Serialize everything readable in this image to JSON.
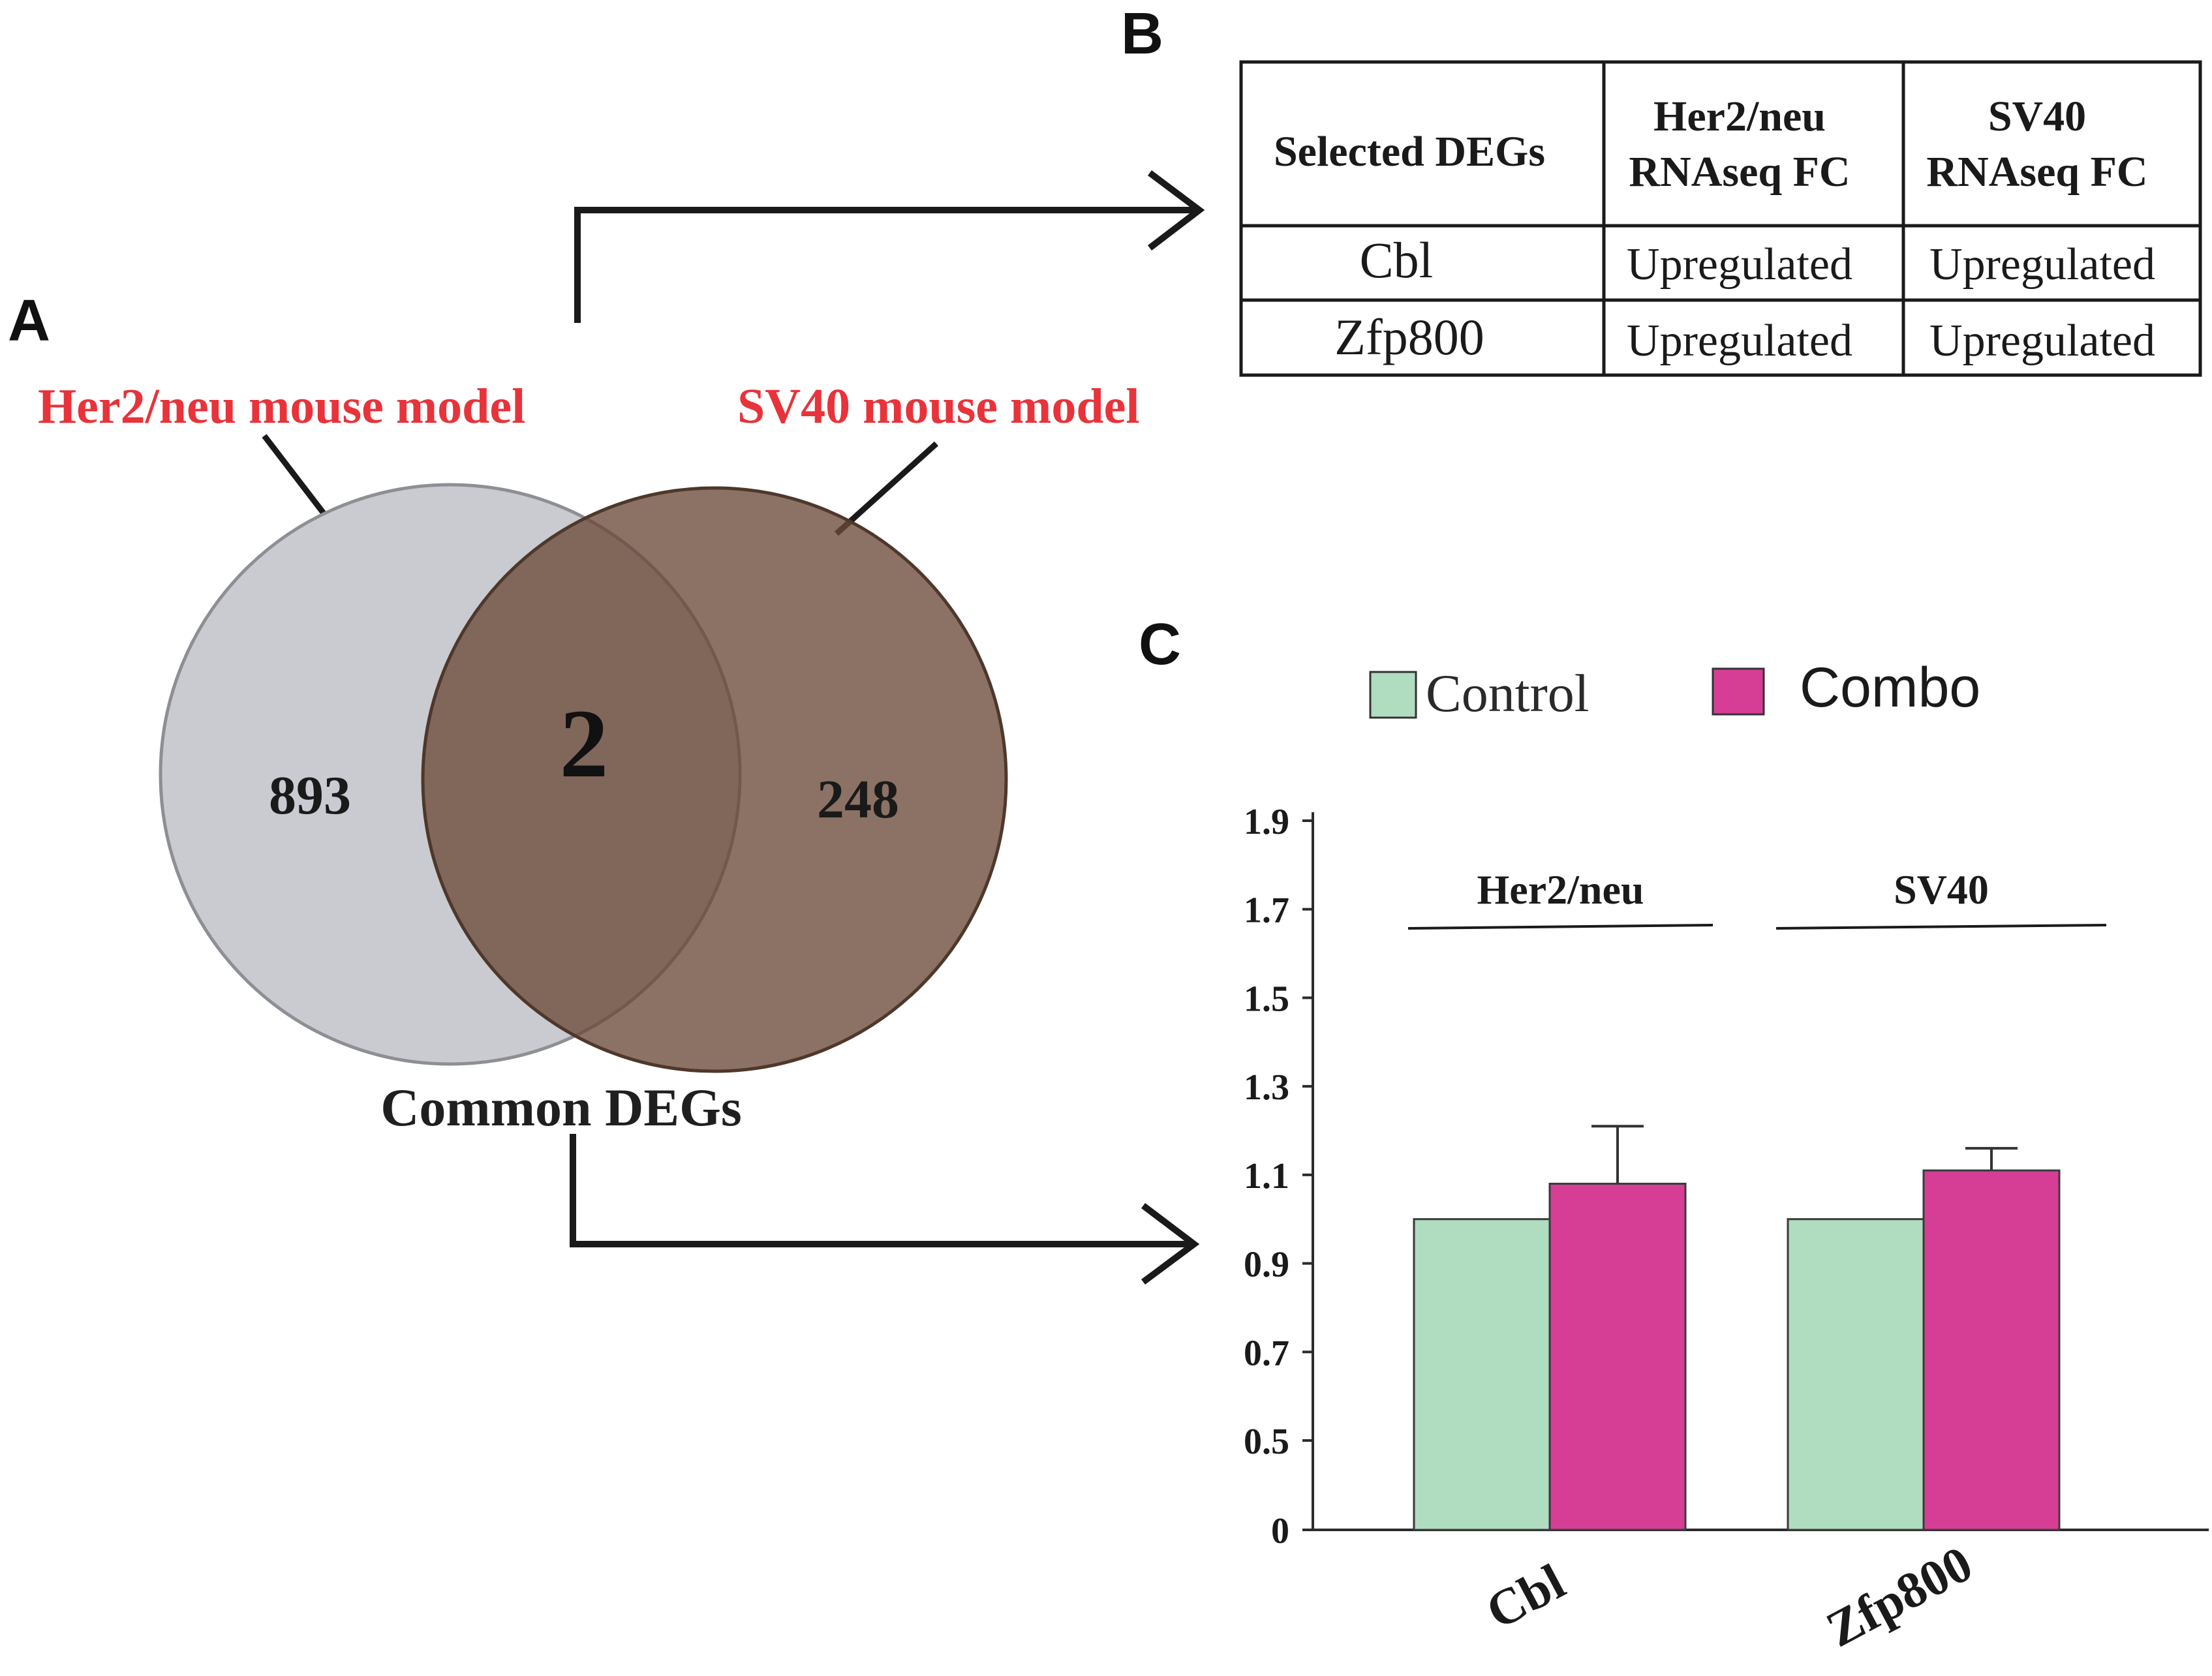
{
  "panels": {
    "a": "A",
    "b": "B",
    "c": "C"
  },
  "colors": {
    "model_label": "#e8333a",
    "circle_her2": "#c9cbd0",
    "circle_sv40": "#6b4a38",
    "control": "#b0dcc0",
    "combo": "#d63e96",
    "axis": "#2b2b2b"
  },
  "venn": {
    "left_label": "Her2/neu mouse model",
    "right_label": "SV40 mouse model",
    "left_only": "893",
    "overlap": "2",
    "right_only": "248",
    "caption": "Common DEGs"
  },
  "table": {
    "headers": [
      "Selected DEGs",
      [
        "Her2/neu",
        "RNAseq FC"
      ],
      [
        "SV40",
        "RNAseq FC"
      ]
    ],
    "rows": [
      [
        "Cbl",
        "Upregulated",
        "Upregulated"
      ],
      [
        "Zfp800",
        "Upregulated",
        "Upregulated"
      ]
    ]
  },
  "chart_data": {
    "type": "bar",
    "categories": [
      "Cbl",
      "Zfp800"
    ],
    "group_labels": [
      "Her2/neu",
      "SV40"
    ],
    "series": [
      {
        "name": "Control",
        "values": [
          1.0,
          1.0
        ]
      },
      {
        "name": "Combo",
        "values": [
          1.08,
          1.11
        ],
        "error": [
          0.13,
          0.05
        ]
      }
    ],
    "yticks": [
      "0",
      "0.5",
      "0.7",
      "0.9",
      "1.1",
      "1.3",
      "1.5",
      "1.7",
      "1.9"
    ],
    "ylim": [
      0,
      1.9
    ],
    "y_axis_break": true,
    "legend_position": "top",
    "grid": false
  }
}
